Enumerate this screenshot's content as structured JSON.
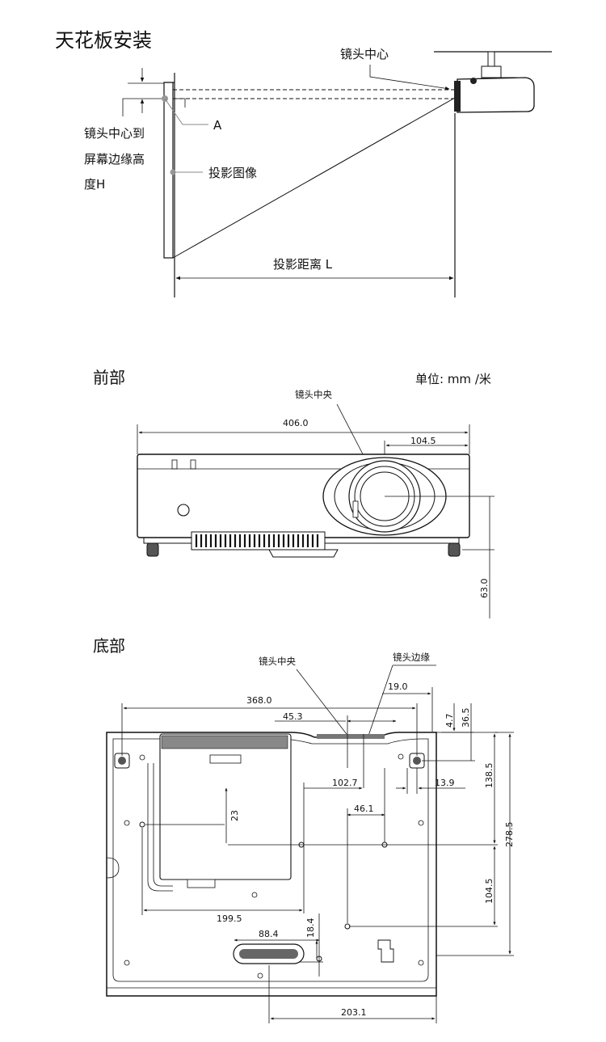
{
  "ceiling": {
    "title": "天花板安装",
    "lens_center": "镜头中心",
    "point_a": "A",
    "height_line1": "镜头中心到",
    "height_line2": "屏幕边缘高",
    "height_line3": "度H",
    "projected_image": "投影图像",
    "distance": "投影距离 L"
  },
  "front": {
    "title": "前部",
    "unit": "单位: mm /米",
    "lens_center": "镜头中央",
    "dims": {
      "width": "406.0",
      "lens_offset": "104.5",
      "height": "63.0"
    }
  },
  "bottom": {
    "title": "底部",
    "lens_center": "镜头中央",
    "lens_edge": "镜头边缘",
    "dims": {
      "d368": "368.0",
      "d19": "19.0",
      "d45": "45.3",
      "d4_7": "4.7",
      "d36_5": "36.5",
      "d102_7": "102.7",
      "d13_9": "13.9",
      "d138_5": "138.5",
      "d46_1": "46.1",
      "d23": "23",
      "d278_5": "278.5",
      "d104_5": "104.5",
      "d199_5": "199.5",
      "d88_4": "88.4",
      "d18_4": "18.4",
      "d203_1": "203.1"
    }
  }
}
